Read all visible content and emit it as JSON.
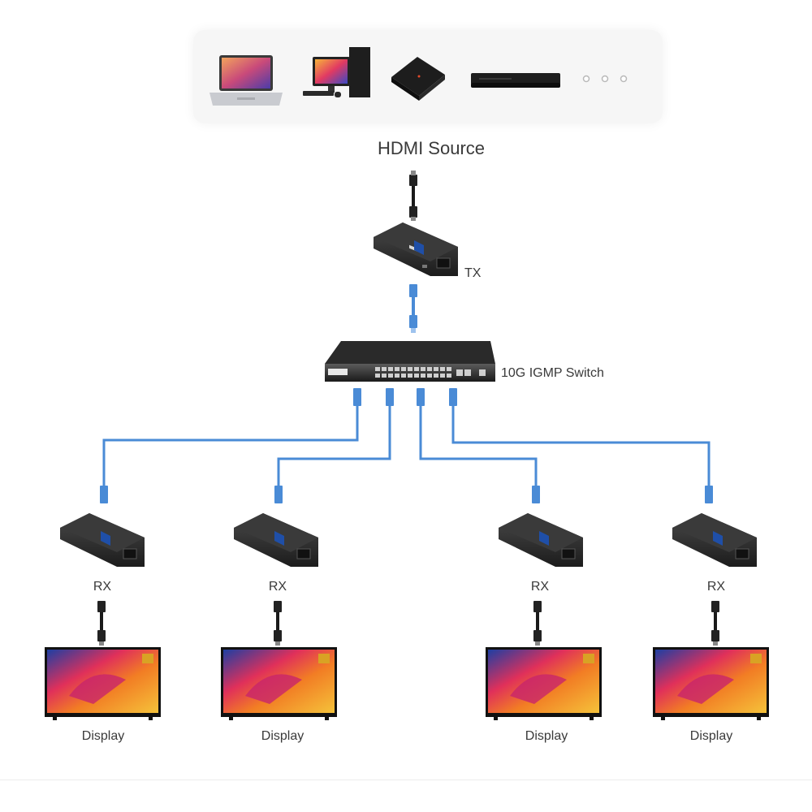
{
  "diagram": {
    "source_label": "HDMI Source",
    "tx_label": "TX",
    "switch_label": "10G IGMP Switch",
    "receivers": [
      {
        "label": "RX",
        "display_label": "Display"
      },
      {
        "label": "RX",
        "display_label": "Display"
      },
      {
        "label": "RX",
        "display_label": "Display"
      },
      {
        "label": "RX",
        "display_label": "Display"
      }
    ]
  },
  "colors": {
    "cable_blue": "#4a8bd6",
    "device_dark": "#2b2b2b",
    "device_accent": "#1f4fa8"
  },
  "icons": [
    "laptop-icon",
    "desktop-pc-icon",
    "tv-box-icon",
    "set-top-box-icon",
    "more-dots-icon"
  ]
}
